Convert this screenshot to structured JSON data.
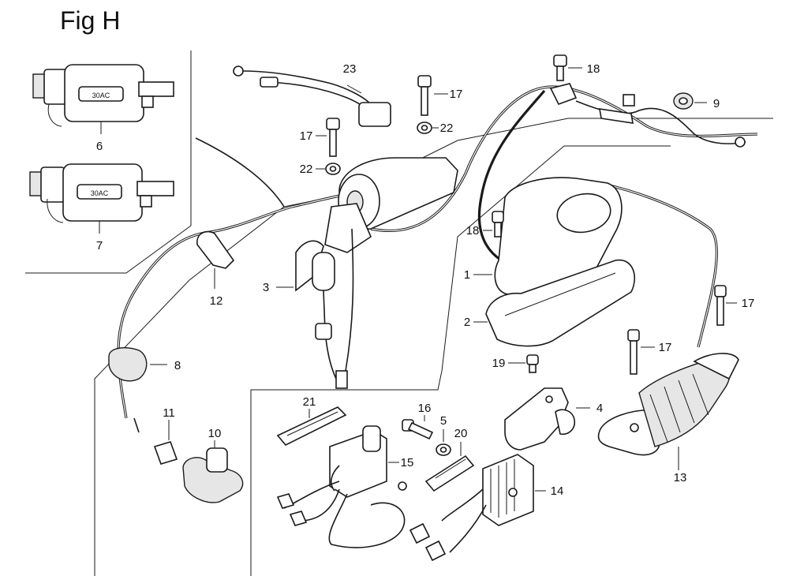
{
  "figure_title": "Fig H",
  "coil_label_text": "30AC",
  "labels": [
    {
      "id": "label-6",
      "text": "6"
    },
    {
      "id": "label-7",
      "text": "7"
    },
    {
      "id": "label-23",
      "text": "23"
    },
    {
      "id": "label-17a",
      "text": "17"
    },
    {
      "id": "label-22a",
      "text": "22"
    },
    {
      "id": "label-17b",
      "text": "17"
    },
    {
      "id": "label-22b",
      "text": "22"
    },
    {
      "id": "label-18a",
      "text": "18"
    },
    {
      "id": "label-9",
      "text": "9"
    },
    {
      "id": "label-12",
      "text": "12"
    },
    {
      "id": "label-3",
      "text": "3"
    },
    {
      "id": "label-8",
      "text": "8"
    },
    {
      "id": "label-11",
      "text": "11"
    },
    {
      "id": "label-10",
      "text": "10"
    },
    {
      "id": "label-18b",
      "text": "18"
    },
    {
      "id": "label-1",
      "text": "1"
    },
    {
      "id": "label-2",
      "text": "2"
    },
    {
      "id": "label-19",
      "text": "19"
    },
    {
      "id": "label-17c",
      "text": "17"
    },
    {
      "id": "label-17d",
      "text": "17"
    },
    {
      "id": "label-21",
      "text": "21"
    },
    {
      "id": "label-16",
      "text": "16"
    },
    {
      "id": "label-5",
      "text": "5"
    },
    {
      "id": "label-20",
      "text": "20"
    },
    {
      "id": "label-4",
      "text": "4"
    },
    {
      "id": "label-15",
      "text": "15"
    },
    {
      "id": "label-14",
      "text": "14"
    },
    {
      "id": "label-13",
      "text": "13"
    }
  ]
}
